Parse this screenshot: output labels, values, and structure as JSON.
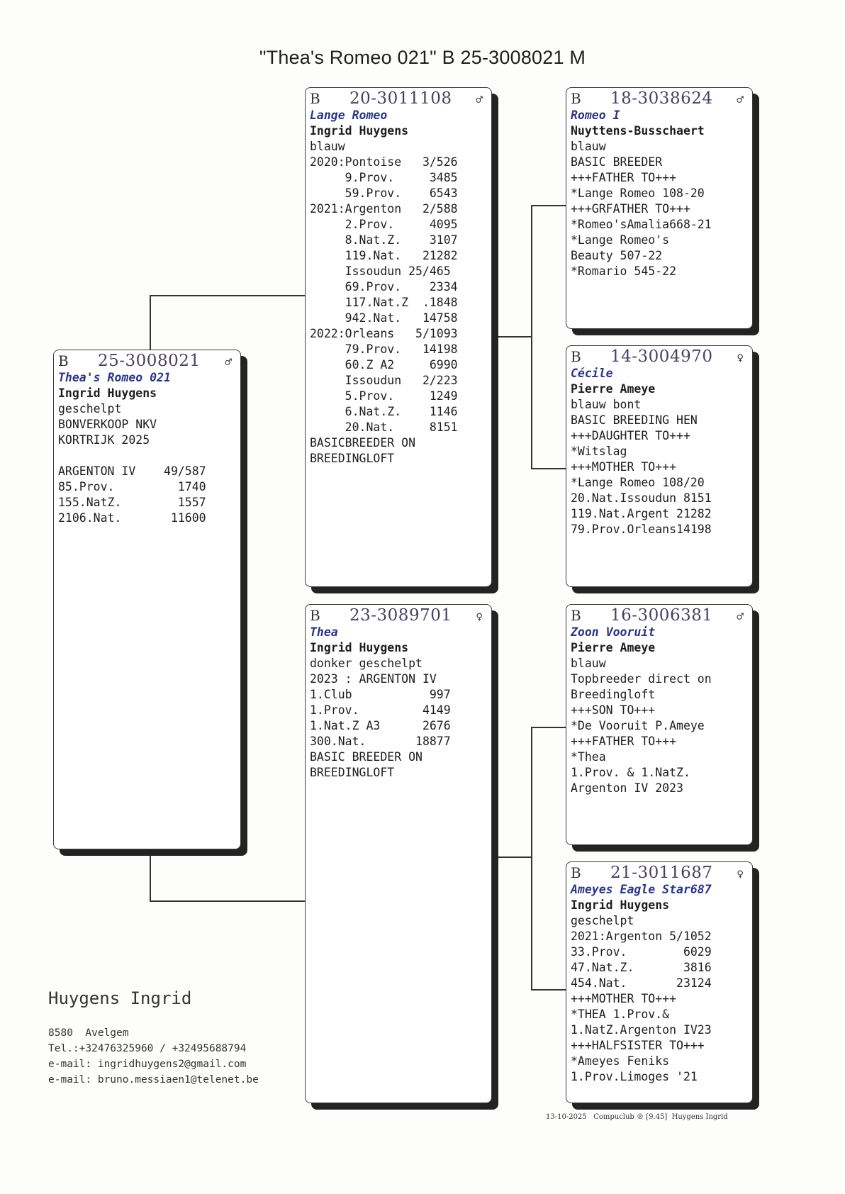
{
  "title": "\"Thea's Romeo 021\"  B   25-3008021 M",
  "cards": {
    "subject": {
      "country": "B",
      "ring": "25-3008021",
      "sex": "♂",
      "name": "Thea's Romeo 021",
      "owner": "Ingrid Huygens",
      "lines": [
        "geschelpt",
        "BONVERKOOP NKV",
        "KORTRIJK 2025",
        "",
        "ARGENTON IV    49/587",
        "85.Prov.         1740",
        "155.NatZ.        1557",
        "2106.Nat.       11600"
      ]
    },
    "sire": {
      "country": "B",
      "ring": "20-3011108",
      "sex": "♂",
      "name": "Lange Romeo",
      "owner": "Ingrid Huygens",
      "lines": [
        "blauw",
        "2020:Pontoise   3/526",
        "     9.Prov.     3485",
        "     59.Prov.    6543",
        "2021:Argenton   2/588",
        "     2.Prov.     4095",
        "     8.Nat.Z.    3107",
        "     119.Nat.   21282",
        "     Issoudun 25/465",
        "     69.Prov.    2334",
        "     117.Nat.Z  .1848",
        "     942.Nat.   14758",
        "2022:Orleans   5/1093",
        "     79.Prov.   14198",
        "     60.Z A2     6990",
        "     Issoudun   2/223",
        "     5.Prov.     1249",
        "     6.Nat.Z.    1146",
        "     20.Nat.     8151",
        "BASICBREEDER ON",
        "BREEDINGLOFT"
      ]
    },
    "dam": {
      "country": "B",
      "ring": "23-3089701",
      "sex": "♀",
      "name": "Thea",
      "owner": "Ingrid Huygens",
      "lines": [
        "donker geschelpt",
        "2023 : ARGENTON IV",
        "1.Club           997",
        "1.Prov.         4149",
        "1.Nat.Z A3      2676",
        "300.Nat.       18877",
        "BASIC BREEDER ON",
        "BREEDINGLOFT"
      ]
    },
    "ss": {
      "country": "B",
      "ring": "18-3038624",
      "sex": "♂",
      "name": "Romeo I",
      "owner": "Nuyttens-Busschaert",
      "lines": [
        "blauw",
        "BASIC BREEDER",
        "+++FATHER TO+++",
        "*Lange Romeo 108-20",
        "+++GRFATHER TO+++",
        "*Romeo'sAmalia668-21",
        "*Lange Romeo's",
        "Beauty 507-22",
        "*Romario 545-22"
      ]
    },
    "sd": {
      "country": "B",
      "ring": "14-3004970",
      "sex": "♀",
      "name": "Cécile",
      "owner": "Pierre Ameye",
      "lines": [
        "blauw bont",
        "BASIC BREEDING HEN",
        "+++DAUGHTER TO+++",
        "*Witslag",
        "+++MOTHER TO+++",
        "*Lange Romeo 108/20",
        "20.Nat.Issoudun 8151",
        "119.Nat.Argent 21282",
        "79.Prov.Orleans14198"
      ]
    },
    "ds": {
      "country": "B",
      "ring": "16-3006381",
      "sex": "♂",
      "name": "Zoon Vooruit",
      "owner": "Pierre Ameye",
      "lines": [
        "blauw",
        "Topbreeder direct on",
        "Breedingloft",
        "+++SON TO+++",
        "*De Vooruit P.Ameye",
        "+++FATHER TO+++",
        "*Thea",
        "1.Prov. & 1.NatZ.",
        "Argenton IV 2023"
      ]
    },
    "dd": {
      "country": "B",
      "ring": "21-3011687",
      "sex": "♀",
      "name": "Ameyes Eagle Star687",
      "owner": "Ingrid Huygens",
      "lines": [
        "geschelpt",
        "2021:Argenton 5/1052",
        "33.Prov.        6029",
        "47.Nat.Z.       3816",
        "454.Nat.       23124",
        "+++MOTHER TO+++",
        "*THEA 1.Prov.&",
        "1.NatZ.Argenton IV23",
        "+++HALFSISTER TO+++",
        "*Ameyes Feniks",
        "1.Prov.Limoges '21"
      ]
    }
  },
  "footer": {
    "name": "Huygens Ingrid",
    "address": "8580  Avelgem",
    "tel": "Tel.:+32476325960 / +32495688794",
    "email1": "e-mail: ingridhuygens2@gmail.com",
    "email2": "e-mail: bruno.messiaen1@telenet.be",
    "credit": "13-10-2025   Compuclub ® [9.45]  Huygens Ingrid"
  }
}
